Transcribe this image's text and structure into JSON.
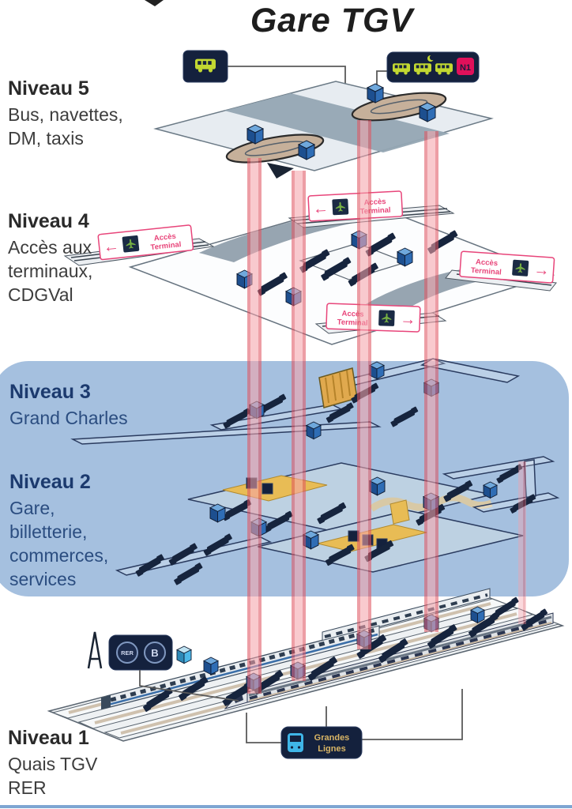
{
  "title": "Gare TGV",
  "levels": [
    {
      "name": "Niveau 5",
      "lines": [
        "Bus, navettes,",
        "DM, taxis"
      ]
    },
    {
      "name": "Niveau 4",
      "lines": [
        "Accès aux",
        "terminaux,",
        "CDGVal"
      ]
    },
    {
      "name": "Niveau 3",
      "lines": [
        "Grand Charles"
      ]
    },
    {
      "name": "Niveau 2",
      "lines": [
        "Gare,",
        "billetterie,",
        "commerces,",
        "services"
      ]
    },
    {
      "name": "Niveau 1",
      "lines": [
        "Quais TGV",
        "RER"
      ]
    }
  ],
  "signs": {
    "bus_panel_badge": "N1",
    "terminal_signs": [
      {
        "arrow": "←",
        "line1": "Accès",
        "line2": "Terminal"
      },
      {
        "arrow": "←",
        "line1": "Accès",
        "line2": "Terminal"
      },
      {
        "arrow": "→",
        "line1": "Accès",
        "line2": "Terminal"
      },
      {
        "arrow": "→",
        "line1": "Accès",
        "line2": "Terminal"
      }
    ],
    "rer_logo": "RER",
    "rer_line": "B",
    "grandes_lignes_line1": "Grandes",
    "grandes_lignes_line2": "Lignes"
  },
  "colors": {
    "highlight_band": "#a5c0df",
    "column_red": "#ef8d97",
    "sign_pink": "#e8457a",
    "sign_navy": "#14213d",
    "cube_blue": "#2f6db5",
    "gold": "#e6b94f",
    "bus_icon_green": "#c2d831",
    "plane_green": "#76b043",
    "train_icon_blue": "#3fb6e8"
  }
}
